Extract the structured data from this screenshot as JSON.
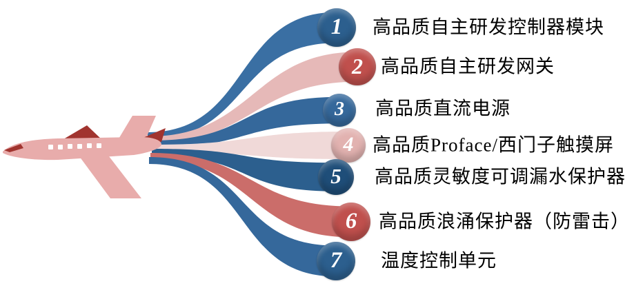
{
  "diagram": {
    "kind": "airplane-contrail-feature-fan",
    "item_count": 7
  },
  "colors": {
    "background": "#FFFFFF",
    "label_text": "#000000",
    "number_text": "#FFFFFF",
    "plane_body": "#E8ACAB",
    "plane_accent": "#A1342F",
    "plane_window": "#FFFFFF"
  },
  "items": [
    {
      "number": "1",
      "label": "高品质自主研发控制器模块",
      "circle_color": "#2C5F8E",
      "ribbon_color": "#3A6FA3"
    },
    {
      "number": "2",
      "label": "高品质自主研发网关",
      "circle_color": "#C0504D",
      "ribbon_color": "#E6B9B8"
    },
    {
      "number": "3",
      "label": "高品质直流电源",
      "circle_color": "#35689B",
      "ribbon_color": "#35689B"
    },
    {
      "number": "4",
      "label": "高品质Proface/西门子触摸屏",
      "circle_color": "#E2B2B0",
      "ribbon_color": "#F0D9D8"
    },
    {
      "number": "5",
      "label": "高品质灵敏度可调漏水保护器",
      "circle_color": "#1F4E79",
      "ribbon_color": "#2C5F8E"
    },
    {
      "number": "6",
      "label": "高品质浪涌保护器（防雷击）",
      "circle_color": "#C0504D",
      "ribbon_color": "#CB6D6A"
    },
    {
      "number": "7",
      "label": "温度控制单元",
      "circle_color": "#2C5F8E",
      "ribbon_color": "#35689B"
    }
  ]
}
